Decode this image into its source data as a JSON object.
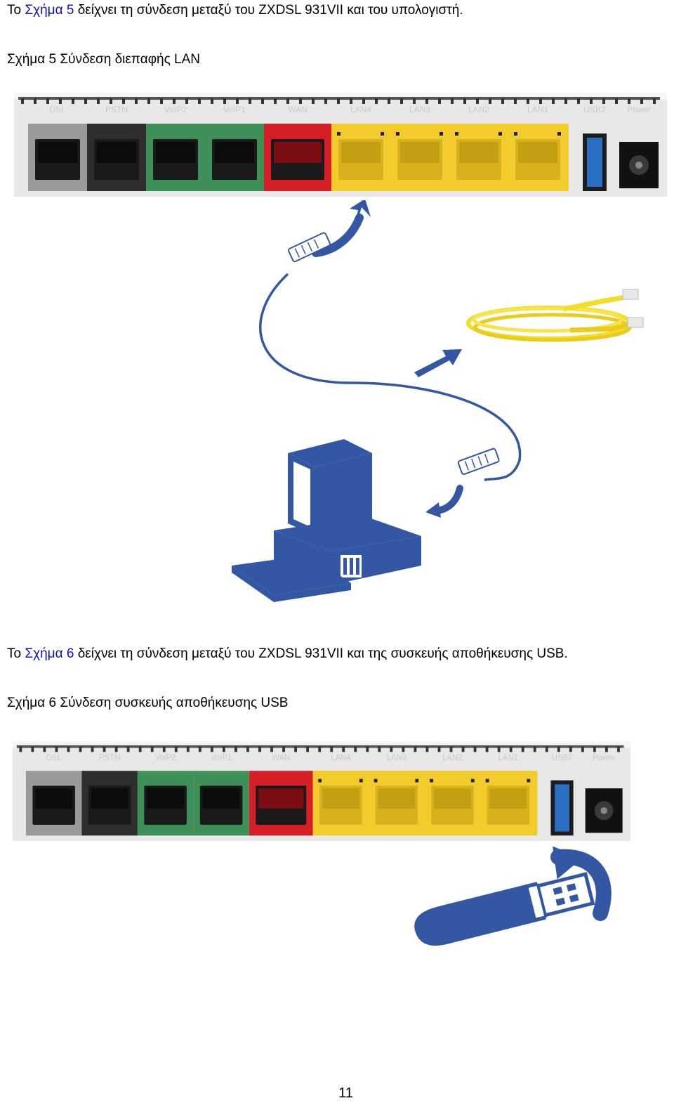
{
  "intro5": {
    "prefix": "Το ",
    "link": "Σχήμα 5",
    "suffix": " δείχνει τη σύνδεση μεταξύ του ZXDSL 931VII και του υπολογιστή."
  },
  "caption5": "Σχήμα 5 Σύνδεση διεπαφής LAN",
  "intro6": {
    "prefix": "Το ",
    "link": "Σχήμα 6",
    "suffix": " δείχνει τη σύνδεση μεταξύ του ZXDSL 931VII και της συσκευής αποθήκευσης USB."
  },
  "caption6": "Σχήμα 6 Σύνδεση συσκευής αποθήκευσης USB",
  "router_ports": [
    {
      "label": "DSL",
      "color": "#9a9a9a"
    },
    {
      "label": "PSTN",
      "color": "#2e2e2e"
    },
    {
      "label": "VoIP2",
      "color": "#3e8f58"
    },
    {
      "label": "VoIP1",
      "color": "#3e8f58"
    },
    {
      "label": "WAN",
      "color": "#d41f26"
    },
    {
      "label": "LAN4",
      "color": "#f1cc2c"
    },
    {
      "label": "LAN3",
      "color": "#f1cc2c"
    },
    {
      "label": "LAN2",
      "color": "#f1cc2c"
    },
    {
      "label": "LAN1",
      "color": "#f1cc2c"
    },
    {
      "label": "USB2",
      "color": "#2b6fc4"
    },
    {
      "label": "Power",
      "color": "#111111"
    }
  ],
  "colors": {
    "illustration_blue": "#3457a3",
    "cable_yellow": "#f4dc2a"
  },
  "page_number": "11"
}
